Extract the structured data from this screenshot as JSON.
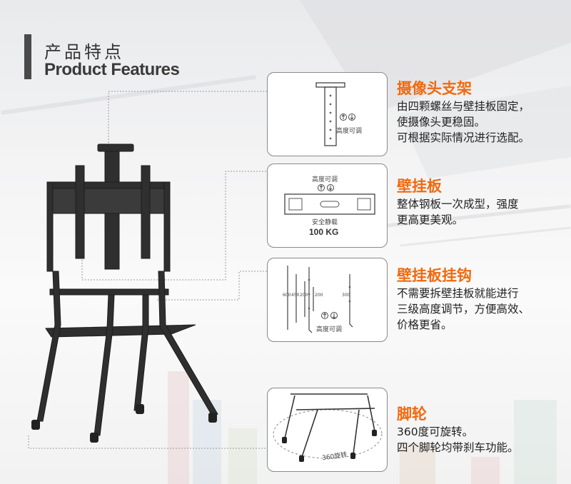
{
  "heading": {
    "cn": "产品特点",
    "en": "Product Features"
  },
  "cards": {
    "camera": {
      "adjust_label": "高度可调"
    },
    "plate": {
      "adjust_label": "高度可调",
      "load_label": "安全静载",
      "load_value": "100 KG"
    },
    "hook": {
      "adjust_label": "高度可调",
      "dims": [
        "600",
        "450",
        "200",
        "200",
        "300"
      ]
    },
    "wheel": {
      "rotate_label": "360旋转"
    }
  },
  "features": [
    {
      "title": "摄像头支架",
      "lines": [
        "由四颗螺丝与壁挂板固定，",
        "使摄像头更稳固。",
        "可根据实际情况进行选配。"
      ]
    },
    {
      "title": "壁挂板",
      "lines": [
        "整体钢板一次成型，强度",
        "更高更美观。"
      ]
    },
    {
      "title": "壁挂板挂钩",
      "lines": [
        "不需要拆壁挂板就能进行",
        "三级高度调节，方便高效、",
        "价格更省。"
      ]
    },
    {
      "title": "脚轮",
      "lines": [
        "360度可旋转。",
        "四个脚轮均带刹车功能。"
      ]
    }
  ],
  "colors": {
    "accent": "#ef6a10",
    "frame": "#2f2f2f",
    "text": "#222222"
  }
}
